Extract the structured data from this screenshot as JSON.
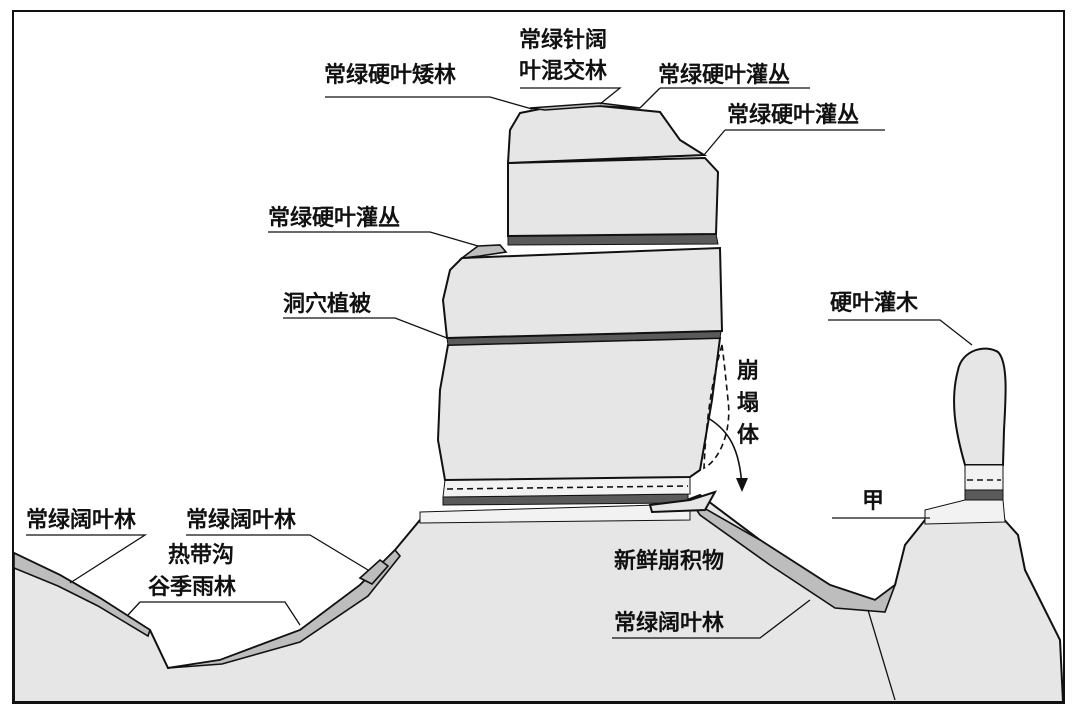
{
  "labels": {
    "top_left_shrub_forest": "常绿硬叶矮林",
    "summit_mixed_forest_1": "常绿针阔",
    "summit_mixed_forest_2": "叶混交林",
    "summit_right_shrub": "常绿硬叶灌丛",
    "right_upper_shrub": "常绿硬叶灌丛",
    "left_mid_shrub": "常绿硬叶灌丛",
    "cave_vegetation": "洞穴植被",
    "collapse_1": "崩",
    "collapse_2": "塌",
    "collapse_3": "体",
    "pillar_shrub": "硬叶灌木",
    "marker_jia": "甲",
    "far_left_forest": "常绿阔叶林",
    "mid_left_forest": "常绿阔叶林",
    "gully_forest_1": "热带沟",
    "gully_forest_2": "谷季雨林",
    "fresh_debris": "新鲜崩积物",
    "bottom_right_forest": "常绿阔叶林"
  },
  "colors": {
    "rock": "#e6e6e6",
    "dark_band": "#5a5a5a",
    "vegetation": "#bdbdbd",
    "outline": "#111111"
  }
}
